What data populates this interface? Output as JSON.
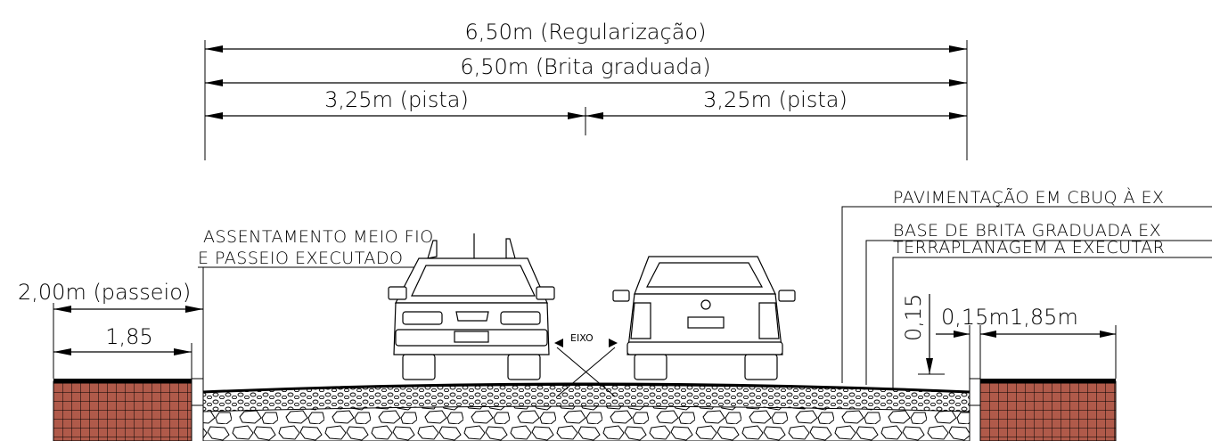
{
  "dimensions": {
    "regularizacao": "6,50m (Regularização)",
    "brita_graduada": "6,50m (Brita graduada)",
    "pista_left": "3,25m (pista)",
    "pista_right": "3,25m (pista)",
    "passeio": "2,00m (passeio)",
    "passeio_inner": "1,85",
    "curb_offset": "0,15m",
    "right_passeio": "1,85m",
    "layer_thickness": "0,15"
  },
  "labels": {
    "meio_fio_line1": "ASSENTAMENTO MEIO FIO",
    "meio_fio_line2": "E PASSEIO EXECUTADO",
    "eixo": "EIXO",
    "pavimentacao": "PAVIMENTAÇÃO EM CBUQ À EX",
    "base_brita": "BASE DE BRITA GRADUADA EX",
    "terraplanagem": "TERRAPLANAGEM A EXECUTAR"
  },
  "colors": {
    "line": "#000000",
    "sidewalk_fill": "#b05a4a",
    "sidewalk_grid": "#e9c9c0",
    "sidewalk_top": "#000000",
    "stone_fill": "#ffffff"
  }
}
